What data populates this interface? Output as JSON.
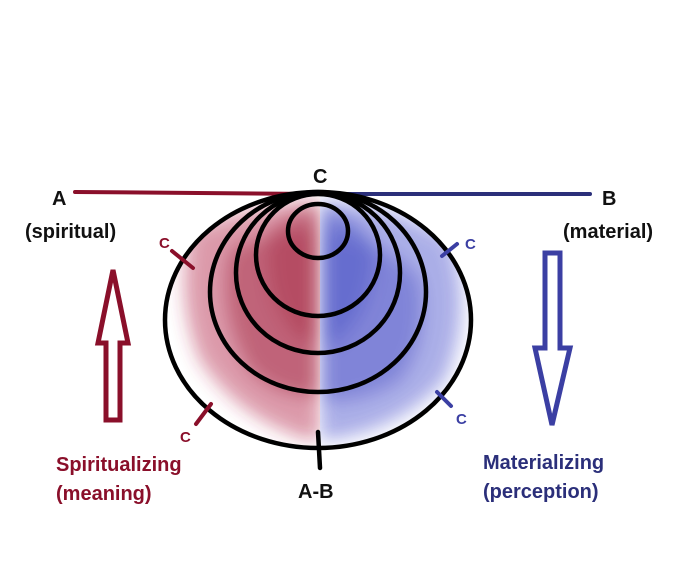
{
  "labels": {
    "top_c": "C",
    "a": "A",
    "a_sub": "(spiritual)",
    "b": "B",
    "b_sub": "(material)",
    "bottom": "A-B",
    "c_left_top": "C",
    "c_left_bottom": "C",
    "c_right_top": "C",
    "c_right_bottom": "C",
    "left_caption_1": "Spiritualizing",
    "left_caption_2": "(meaning)",
    "right_caption_1": "Materializing",
    "right_caption_2": "(perception)"
  },
  "colors": {
    "spiritual": "#8a0f2a",
    "material": "#2b2f7a",
    "material_accent": "#3b3fa3",
    "outline": "#000000"
  },
  "arrows": {
    "left": "up-arrow",
    "right": "down-arrow"
  }
}
